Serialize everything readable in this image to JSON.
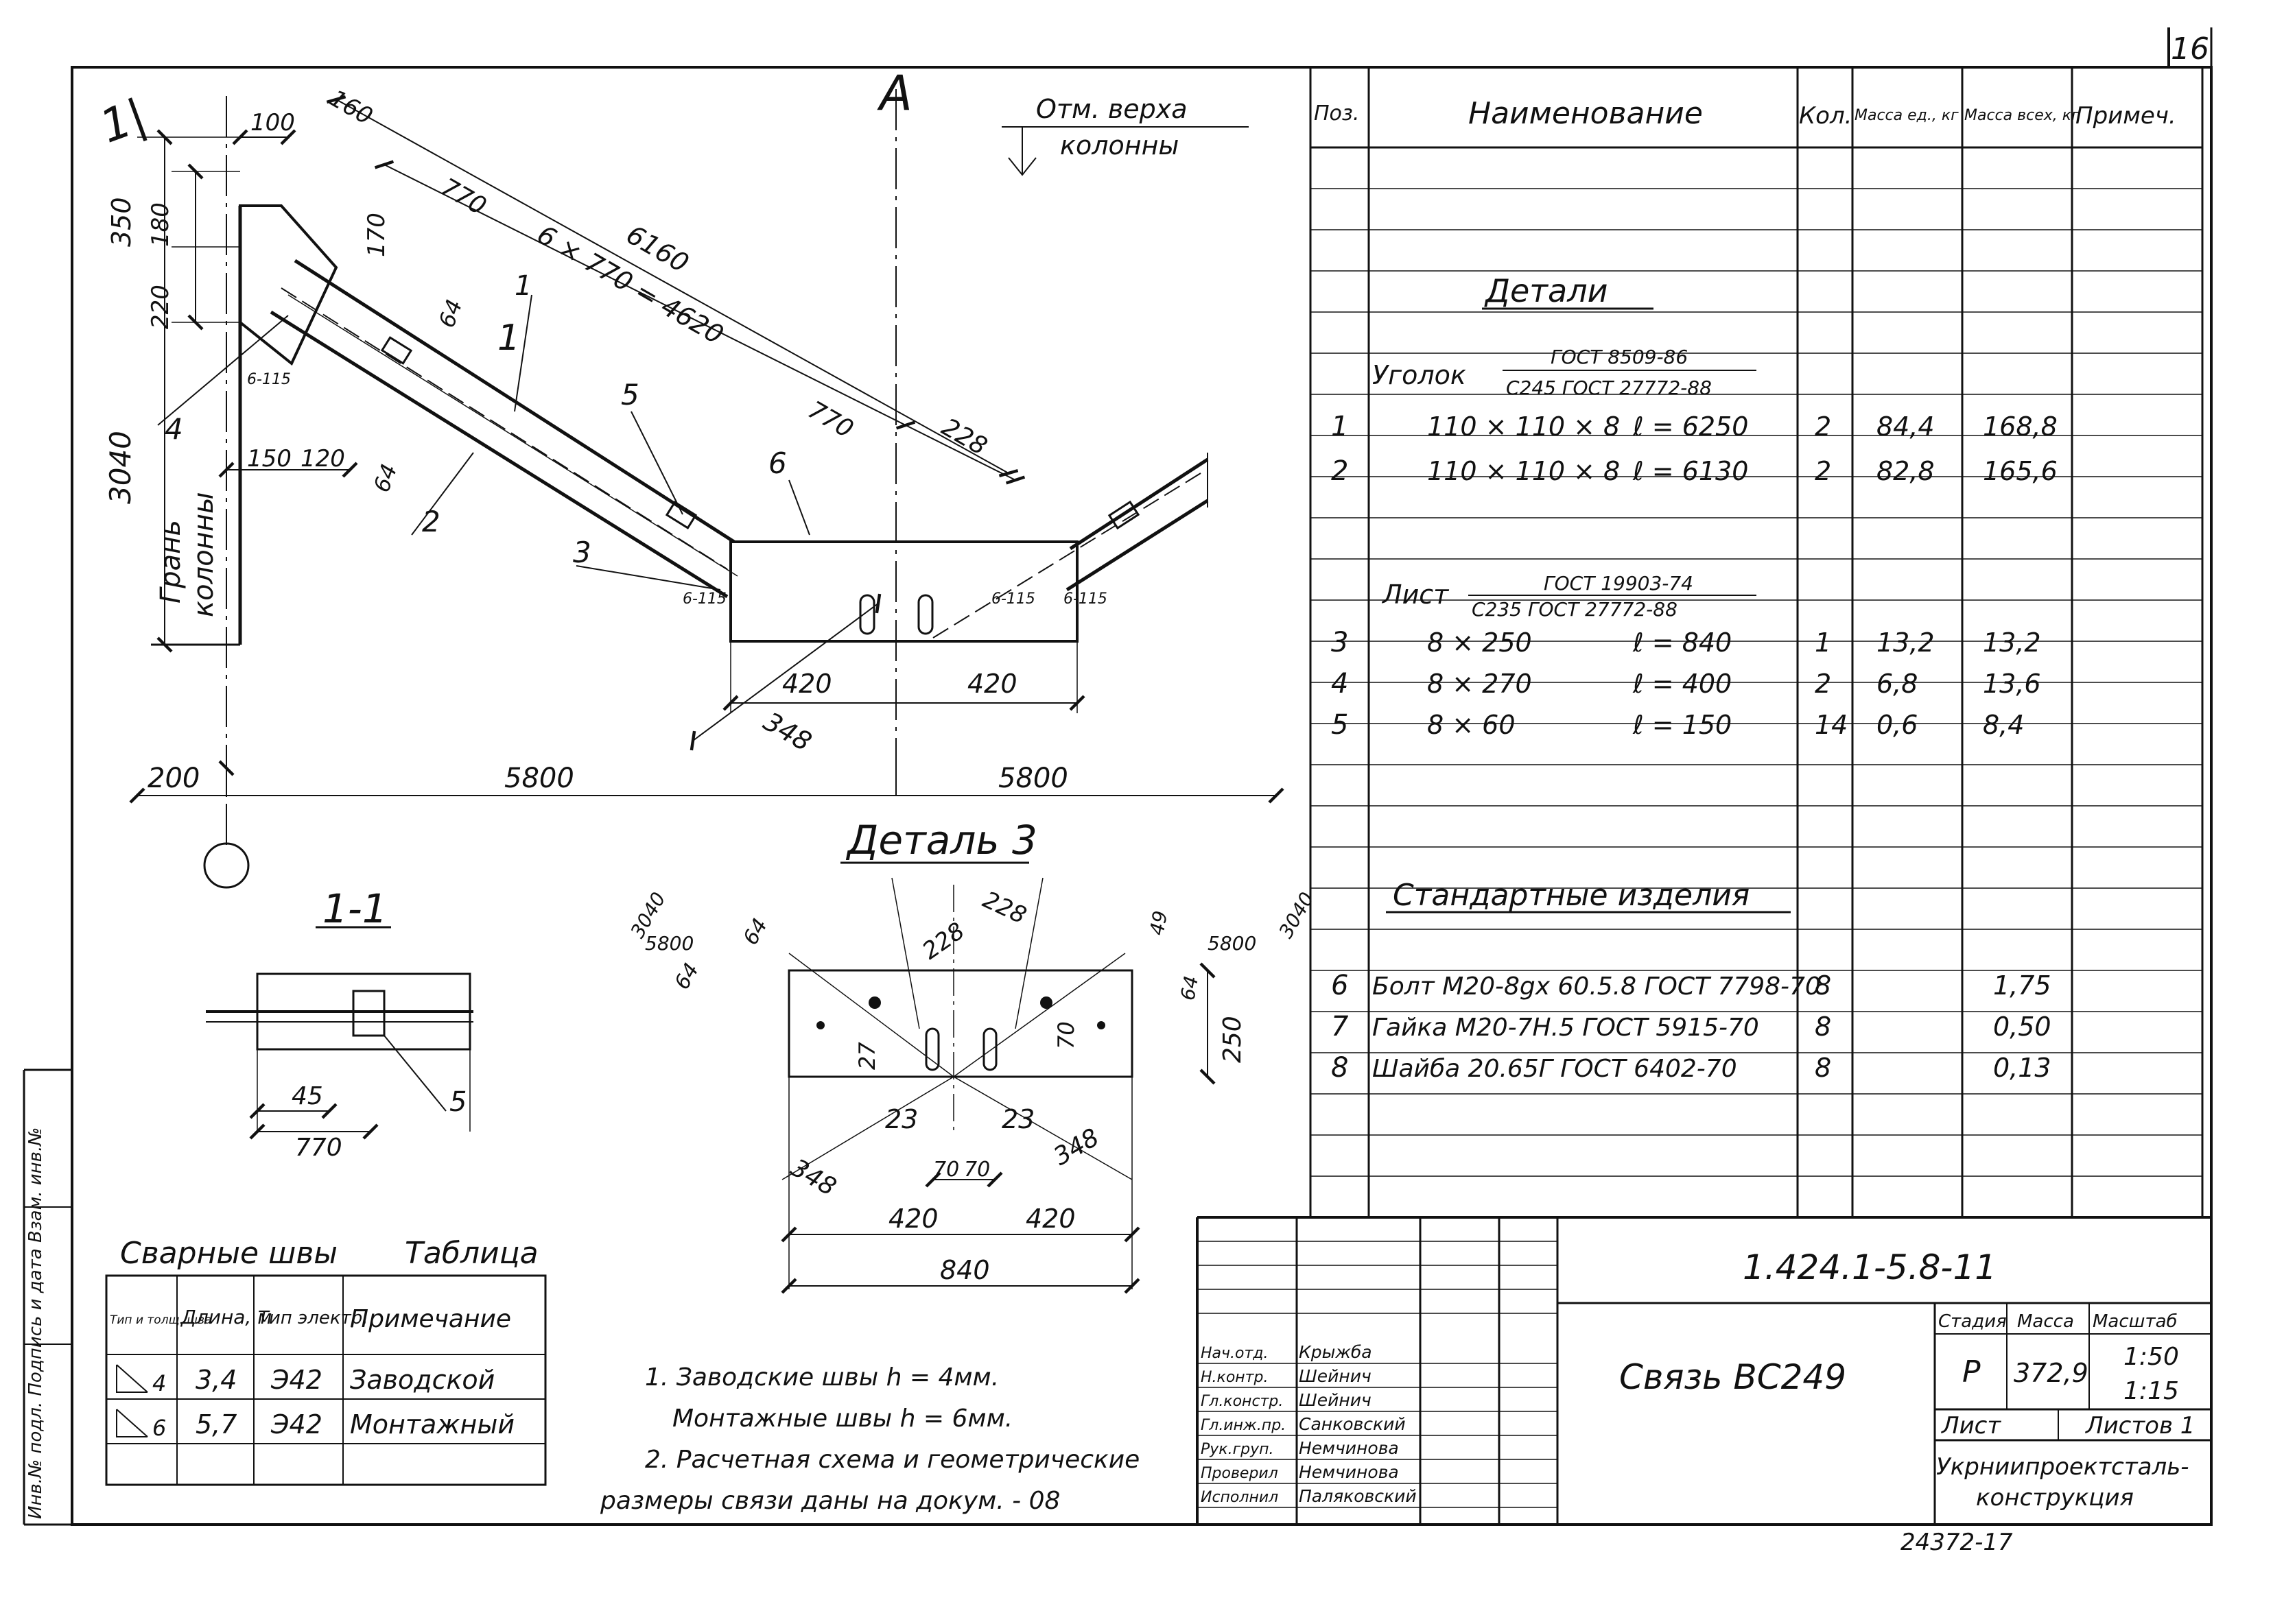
{
  "sheet_number": "16",
  "main_view": {
    "view_label": "1|",
    "section_mark": "A",
    "elevation_note_line1": "Отм. верха",
    "elevation_note_line2": "колонны",
    "column_face_line1": "Грань",
    "column_face_line2": "колонны",
    "dims": {
      "d100": "100",
      "d160": "160",
      "d350": "350",
      "d180": "180",
      "d170": "170",
      "d220": "220",
      "d3040": "3040",
      "d150": "150",
      "d120": "120",
      "d64a": "64",
      "d64b": "64",
      "d770a": "770",
      "d770b": "770",
      "d_pitch": "6 × 770 = 4620",
      "d6160": "6160",
      "d228": "228",
      "d420a": "420",
      "d420b": "420",
      "d348": "348",
      "d200": "200",
      "d5800a": "5800",
      "d5800b": "5800"
    },
    "pos_labels": [
      "1",
      "2",
      "3",
      "4",
      "5",
      "6"
    ],
    "section_cut": "1",
    "weld_note": "6-115"
  },
  "section_1_1": {
    "title": "1-1",
    "dim45": "45",
    "dim770": "770",
    "pos": "5"
  },
  "detail3": {
    "title": "Деталь 3",
    "dims": {
      "slope_left_top": "3040",
      "slope_left_bot": "5800",
      "slope_right_top": "3040",
      "slope_right_bot": "5800",
      "d64a": "64",
      "d64b": "64",
      "d228a": "228",
      "d228b": "228",
      "d49": "49",
      "d64c": "64",
      "d27": "27",
      "d70a": "70",
      "d250": "250",
      "d23a": "23",
      "d23b": "23",
      "d70b": "70",
      "d70c": "70",
      "d348a": "348",
      "d348b": "348",
      "d420a": "420",
      "d420b": "420",
      "d840": "840"
    }
  },
  "welds_table": {
    "title": "Сварные швы",
    "table_word": "Таблица",
    "headers": [
      "Тип и толщ. шва",
      "Длина, м",
      "Тип электр.",
      "Примечание"
    ],
    "rows": [
      {
        "type": "4",
        "length": "3,4",
        "electrode": "Э42",
        "note": "Заводской"
      },
      {
        "type": "6",
        "length": "5,7",
        "electrode": "Э42",
        "note": "Монтажный"
      }
    ]
  },
  "notes": [
    "1. Заводские швы h = 4мм.",
    "Монтажные швы h = 6мм.",
    "2. Расчетная схема и геометрические",
    "размеры связи даны на докум. - 08"
  ],
  "spec_table": {
    "headers": {
      "pos": "Поз.",
      "name": "Наименование",
      "qty": "Кол.",
      "mass_unit": "Масса ед., кг",
      "mass_total": "Масса всех, кг",
      "note": "Примеч."
    },
    "section_details": "Детали",
    "angle_label": "Уголок",
    "angle_std_top": "ГОСТ 8509-86",
    "angle_std_bottom": "С245 ГОСТ 27772-88",
    "plate_label": "Лист",
    "plate_std_top": "ГОСТ 19903-74",
    "plate_std_bottom": "С235 ГОСТ 27772-88",
    "section_standard": "Стандартные изделия",
    "rows": [
      {
        "pos": "1",
        "size": "110 × 110 × 8",
        "len": "ℓ = 6250",
        "qty": "2",
        "mass_unit": "84,4",
        "mass_total": "168,8"
      },
      {
        "pos": "2",
        "size": "110 × 110 × 8",
        "len": "ℓ = 6130",
        "qty": "2",
        "mass_unit": "82,8",
        "mass_total": "165,6"
      },
      {
        "pos": "3",
        "size": "8 × 250",
        "len": "ℓ = 840",
        "qty": "1",
        "mass_unit": "13,2",
        "mass_total": "13,2"
      },
      {
        "pos": "4",
        "size": "8 × 270",
        "len": "ℓ = 400",
        "qty": "2",
        "mass_unit": "6,8",
        "mass_total": "13,6"
      },
      {
        "pos": "5",
        "size": "8 × 60",
        "len": "ℓ = 150",
        "qty": "14",
        "mass_unit": "0,6",
        "mass_total": "8,4"
      }
    ],
    "standard_rows": [
      {
        "pos": "6",
        "name": "Болт М20-8gх 60.5.8 ГОСТ 7798-70",
        "qty": "8",
        "mass_total": "1,75"
      },
      {
        "pos": "7",
        "name": "Гайка М20-7Н.5 ГОСТ 5915-70",
        "qty": "8",
        "mass_total": "0,50"
      },
      {
        "pos": "8",
        "name": "Шайба 20.65Г ГОСТ 6402-70",
        "qty": "8",
        "mass_total": "0,13"
      }
    ]
  },
  "title_block": {
    "doc_code": "1.424.1-5.8-11",
    "title": "Связь ВС249",
    "stage_label": "Стадия",
    "mass_label": "Масса",
    "scale_label": "Масштаб",
    "stage": "Р",
    "mass": "372,9",
    "scale_1": "1:50",
    "scale_2": "1:15",
    "sheet_label": "Лист",
    "sheets_label": "Листов 1",
    "org_line1": "Укрниипроектсталь-",
    "org_line2": "конструкция",
    "signers": [
      {
        "role": "Нач.отд.",
        "name": "Крыжба"
      },
      {
        "role": "Н.контр.",
        "name": "Шейнич"
      },
      {
        "role": "Гл.констр.",
        "name": "Шейнич"
      },
      {
        "role": "Гл.инж.пр.",
        "name": "Санковский"
      },
      {
        "role": "Рук.груп.",
        "name": "Немчинова"
      },
      {
        "role": "Проверил",
        "name": "Немчинова"
      },
      {
        "role": "Исполнил",
        "name": "Паляковский"
      }
    ]
  },
  "footer_number": "24372-17",
  "side_stamp": "Инв.№ подл.  Подпись и дата  Взам. инв.№"
}
